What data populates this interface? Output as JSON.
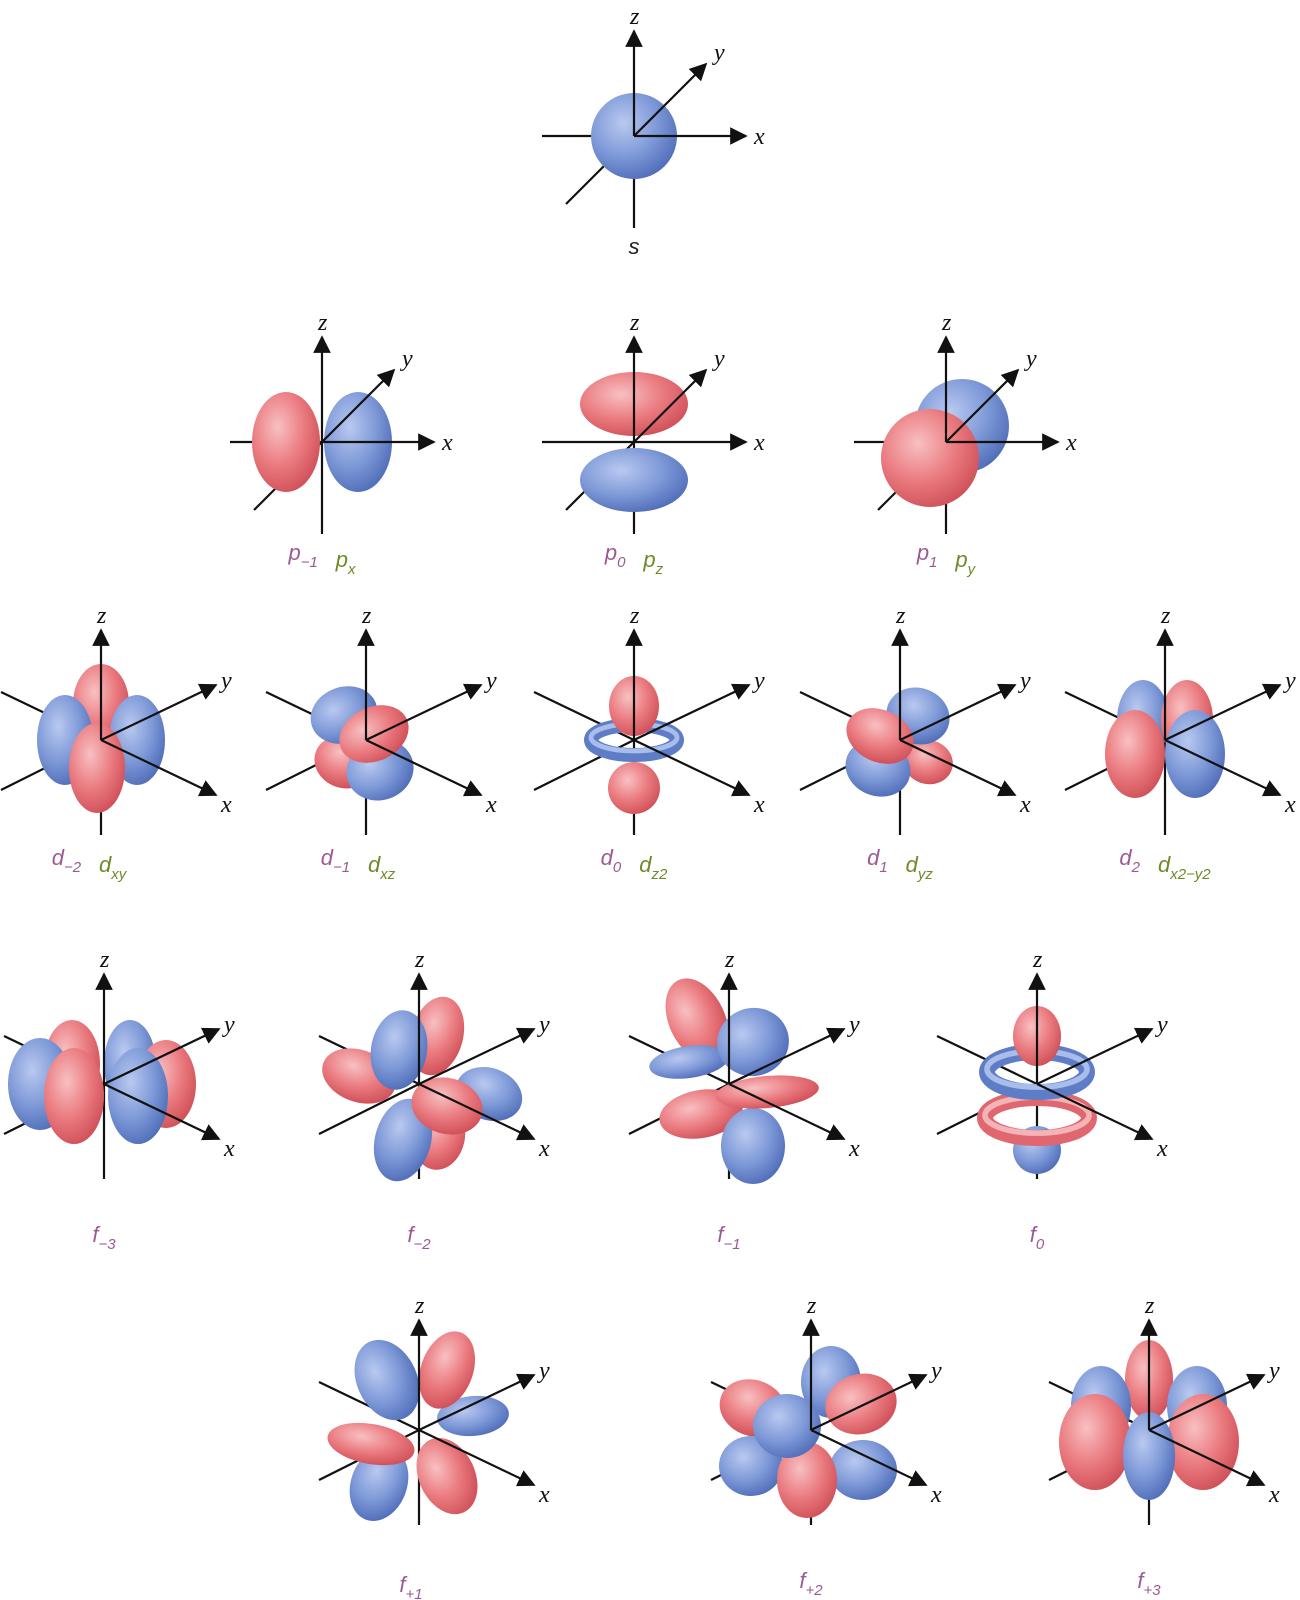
{
  "axes": {
    "x": "x",
    "y": "y",
    "z": "z"
  },
  "colors": {
    "positive": "#e86a72",
    "negative": "#6f8fd4",
    "label_purple": "#9b5a94",
    "label_green": "#6e8a2a",
    "axis": "#111111"
  },
  "orbitals": [
    {
      "id": "s",
      "labels": [
        {
          "main": "s",
          "sub": "",
          "tone": "dark"
        }
      ]
    },
    {
      "id": "pm1",
      "labels": [
        {
          "main": "p",
          "sub": "−1",
          "tone": "purple"
        },
        {
          "main": "p",
          "sub": "x",
          "tone": "green"
        }
      ]
    },
    {
      "id": "p0",
      "labels": [
        {
          "main": "p",
          "sub": "0",
          "tone": "purple"
        },
        {
          "main": "p",
          "sub": "z",
          "tone": "green"
        }
      ]
    },
    {
      "id": "p1",
      "labels": [
        {
          "main": "p",
          "sub": "1",
          "tone": "purple"
        },
        {
          "main": "p",
          "sub": "y",
          "tone": "green"
        }
      ]
    },
    {
      "id": "dm2",
      "labels": [
        {
          "main": "d",
          "sub": "−2",
          "tone": "purple"
        },
        {
          "main": "d",
          "sub": "xy",
          "tone": "green"
        }
      ]
    },
    {
      "id": "dm1",
      "labels": [
        {
          "main": "d",
          "sub": "−1",
          "tone": "purple"
        },
        {
          "main": "d",
          "sub": "xz",
          "tone": "green"
        }
      ]
    },
    {
      "id": "d0",
      "labels": [
        {
          "main": "d",
          "sub": "0",
          "tone": "purple"
        },
        {
          "main": "d",
          "sub": "z2",
          "tone": "green"
        }
      ]
    },
    {
      "id": "d1",
      "labels": [
        {
          "main": "d",
          "sub": "1",
          "tone": "purple"
        },
        {
          "main": "d",
          "sub": "yz",
          "tone": "green"
        }
      ]
    },
    {
      "id": "d2",
      "labels": [
        {
          "main": "d",
          "sub": "2",
          "tone": "purple"
        },
        {
          "main": "d",
          "sub": "x2−y2",
          "tone": "green"
        }
      ]
    },
    {
      "id": "fm3",
      "labels": [
        {
          "main": "f",
          "sub": "−3",
          "tone": "purple"
        }
      ]
    },
    {
      "id": "fm2",
      "labels": [
        {
          "main": "f",
          "sub": "−2",
          "tone": "purple"
        }
      ]
    },
    {
      "id": "fm1",
      "labels": [
        {
          "main": "f",
          "sub": "−1",
          "tone": "purple"
        }
      ]
    },
    {
      "id": "f0",
      "labels": [
        {
          "main": "f",
          "sub": "0",
          "tone": "purple"
        }
      ]
    },
    {
      "id": "f1",
      "labels": [
        {
          "main": "f",
          "sub": "+1",
          "tone": "purple"
        }
      ]
    },
    {
      "id": "f2",
      "labels": [
        {
          "main": "f",
          "sub": "+2",
          "tone": "purple"
        }
      ]
    },
    {
      "id": "f3",
      "labels": [
        {
          "main": "f",
          "sub": "+3",
          "tone": "purple"
        }
      ]
    }
  ]
}
